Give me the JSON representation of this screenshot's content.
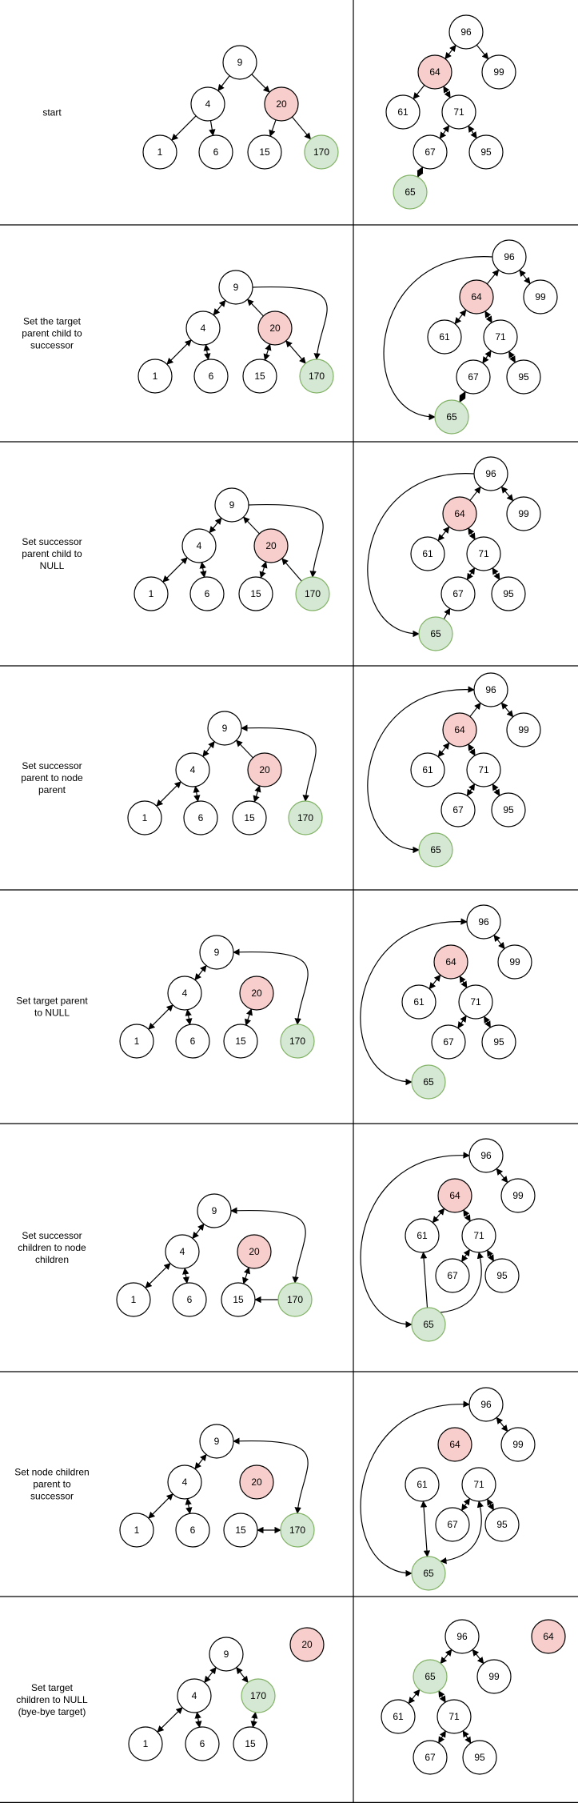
{
  "colors": {
    "target_fill": "#f8cecc",
    "successor_fill": "#d5e8d4",
    "successor_stroke": "#82b366",
    "normal_fill": "#ffffff"
  },
  "steps": [
    {
      "label": "start",
      "left_tree": {
        "nodes": [
          {
            "id": "9",
            "label": "9"
          },
          {
            "id": "4",
            "label": "4"
          },
          {
            "id": "20",
            "label": "20",
            "role": "target"
          },
          {
            "id": "1",
            "label": "1"
          },
          {
            "id": "6",
            "label": "6"
          },
          {
            "id": "15",
            "label": "15"
          },
          {
            "id": "170",
            "label": "170",
            "role": "successor"
          }
        ],
        "edges": [
          [
            "9",
            "4"
          ],
          [
            "9",
            "20"
          ],
          [
            "4",
            "1"
          ],
          [
            "4",
            "6"
          ],
          [
            "20",
            "15"
          ],
          [
            "20",
            "170"
          ]
        ]
      },
      "right_tree": {
        "nodes": [
          {
            "id": "96",
            "label": "96"
          },
          {
            "id": "64",
            "label": "64",
            "role": "target"
          },
          {
            "id": "99",
            "label": "99"
          },
          {
            "id": "61",
            "label": "61"
          },
          {
            "id": "71",
            "label": "71"
          },
          {
            "id": "67",
            "label": "67"
          },
          {
            "id": "95",
            "label": "95"
          },
          {
            "id": "65",
            "label": "65",
            "role": "successor"
          }
        ],
        "edges": [
          [
            "96",
            "64"
          ],
          [
            "96",
            "99"
          ],
          [
            "64",
            "61"
          ],
          [
            "64",
            "71"
          ],
          [
            "71",
            "67"
          ],
          [
            "71",
            "95"
          ],
          [
            "67",
            "65"
          ]
        ]
      }
    },
    {
      "label": "Set the target parent child to successor",
      "left_tree": {
        "nodes": [
          {
            "id": "9",
            "label": "9"
          },
          {
            "id": "4",
            "label": "4"
          },
          {
            "id": "20",
            "label": "20",
            "role": "target"
          },
          {
            "id": "1",
            "label": "1"
          },
          {
            "id": "6",
            "label": "6"
          },
          {
            "id": "15",
            "label": "15"
          },
          {
            "id": "170",
            "label": "170",
            "role": "successor"
          }
        ],
        "edges": [
          [
            "9",
            "4"
          ],
          [
            "20",
            "9"
          ],
          [
            "4",
            "1"
          ],
          [
            "4",
            "6"
          ],
          [
            "20",
            "15"
          ],
          [
            "20",
            "170"
          ],
          [
            "9",
            "170"
          ]
        ]
      },
      "right_tree": {
        "nodes": [
          {
            "id": "96",
            "label": "96"
          },
          {
            "id": "64",
            "label": "64",
            "role": "target"
          },
          {
            "id": "99",
            "label": "99"
          },
          {
            "id": "61",
            "label": "61"
          },
          {
            "id": "71",
            "label": "71"
          },
          {
            "id": "67",
            "label": "67"
          },
          {
            "id": "95",
            "label": "95"
          },
          {
            "id": "65",
            "label": "65",
            "role": "successor"
          }
        ],
        "edges": [
          [
            "64",
            "96"
          ],
          [
            "96",
            "99"
          ],
          [
            "64",
            "61"
          ],
          [
            "64",
            "71"
          ],
          [
            "71",
            "67"
          ],
          [
            "71",
            "95"
          ],
          [
            "67",
            "65"
          ],
          [
            "96",
            "65"
          ]
        ]
      }
    },
    {
      "label": "Set successor parent child to NULL",
      "left_tree": {
        "nodes": [
          {
            "id": "9",
            "label": "9"
          },
          {
            "id": "4",
            "label": "4"
          },
          {
            "id": "20",
            "label": "20",
            "role": "target"
          },
          {
            "id": "1",
            "label": "1"
          },
          {
            "id": "6",
            "label": "6"
          },
          {
            "id": "15",
            "label": "15"
          },
          {
            "id": "170",
            "label": "170",
            "role": "successor"
          }
        ],
        "edges": [
          [
            "9",
            "4"
          ],
          [
            "20",
            "9"
          ],
          [
            "4",
            "1"
          ],
          [
            "4",
            "6"
          ],
          [
            "20",
            "15"
          ],
          [
            "170",
            "20"
          ],
          [
            "9",
            "170"
          ]
        ]
      },
      "right_tree": {
        "nodes": [
          {
            "id": "96",
            "label": "96"
          },
          {
            "id": "64",
            "label": "64",
            "role": "target"
          },
          {
            "id": "99",
            "label": "99"
          },
          {
            "id": "61",
            "label": "61"
          },
          {
            "id": "71",
            "label": "71"
          },
          {
            "id": "67",
            "label": "67"
          },
          {
            "id": "95",
            "label": "95"
          },
          {
            "id": "65",
            "label": "65",
            "role": "successor"
          }
        ],
        "edges": [
          [
            "64",
            "96"
          ],
          [
            "96",
            "99"
          ],
          [
            "64",
            "61"
          ],
          [
            "64",
            "71"
          ],
          [
            "71",
            "67"
          ],
          [
            "71",
            "95"
          ],
          [
            "65",
            "67"
          ],
          [
            "96",
            "65"
          ]
        ]
      }
    },
    {
      "label": "Set successor parent to node parent",
      "left_tree": {
        "nodes": [
          {
            "id": "9",
            "label": "9"
          },
          {
            "id": "4",
            "label": "4"
          },
          {
            "id": "20",
            "label": "20",
            "role": "target"
          },
          {
            "id": "1",
            "label": "1"
          },
          {
            "id": "6",
            "label": "6"
          },
          {
            "id": "15",
            "label": "15"
          },
          {
            "id": "170",
            "label": "170",
            "role": "successor"
          }
        ],
        "edges": [
          [
            "9",
            "4"
          ],
          [
            "20",
            "9"
          ],
          [
            "4",
            "1"
          ],
          [
            "4",
            "6"
          ],
          [
            "20",
            "15"
          ],
          [
            "9",
            "170"
          ]
        ]
      },
      "right_tree": {
        "nodes": [
          {
            "id": "96",
            "label": "96"
          },
          {
            "id": "64",
            "label": "64",
            "role": "target"
          },
          {
            "id": "99",
            "label": "99"
          },
          {
            "id": "61",
            "label": "61"
          },
          {
            "id": "71",
            "label": "71"
          },
          {
            "id": "67",
            "label": "67"
          },
          {
            "id": "95",
            "label": "95"
          },
          {
            "id": "65",
            "label": "65",
            "role": "successor"
          }
        ],
        "edges": [
          [
            "64",
            "96"
          ],
          [
            "96",
            "99"
          ],
          [
            "64",
            "61"
          ],
          [
            "64",
            "71"
          ],
          [
            "71",
            "67"
          ],
          [
            "71",
            "95"
          ],
          [
            "96",
            "65"
          ]
        ]
      }
    },
    {
      "label": "Set target parent to NULL",
      "left_tree": {
        "nodes": [
          {
            "id": "9",
            "label": "9"
          },
          {
            "id": "4",
            "label": "4"
          },
          {
            "id": "20",
            "label": "20",
            "role": "target"
          },
          {
            "id": "1",
            "label": "1"
          },
          {
            "id": "6",
            "label": "6"
          },
          {
            "id": "15",
            "label": "15"
          },
          {
            "id": "170",
            "label": "170",
            "role": "successor"
          }
        ],
        "edges": [
          [
            "9",
            "4"
          ],
          [
            "4",
            "1"
          ],
          [
            "4",
            "6"
          ],
          [
            "20",
            "15"
          ],
          [
            "9",
            "170"
          ]
        ]
      },
      "right_tree": {
        "nodes": [
          {
            "id": "96",
            "label": "96"
          },
          {
            "id": "64",
            "label": "64",
            "role": "target"
          },
          {
            "id": "99",
            "label": "99"
          },
          {
            "id": "61",
            "label": "61"
          },
          {
            "id": "71",
            "label": "71"
          },
          {
            "id": "67",
            "label": "67"
          },
          {
            "id": "95",
            "label": "95"
          },
          {
            "id": "65",
            "label": "65",
            "role": "successor"
          }
        ],
        "edges": [
          [
            "96",
            "99"
          ],
          [
            "64",
            "61"
          ],
          [
            "64",
            "71"
          ],
          [
            "71",
            "67"
          ],
          [
            "71",
            "95"
          ],
          [
            "96",
            "65"
          ]
        ]
      }
    },
    {
      "label": "Set successor children to node children",
      "left_tree": {
        "nodes": [
          {
            "id": "9",
            "label": "9"
          },
          {
            "id": "4",
            "label": "4"
          },
          {
            "id": "20",
            "label": "20",
            "role": "target"
          },
          {
            "id": "1",
            "label": "1"
          },
          {
            "id": "6",
            "label": "6"
          },
          {
            "id": "15",
            "label": "15"
          },
          {
            "id": "170",
            "label": "170",
            "role": "successor"
          }
        ],
        "edges": [
          [
            "9",
            "4"
          ],
          [
            "4",
            "1"
          ],
          [
            "4",
            "6"
          ],
          [
            "20",
            "15"
          ],
          [
            "9",
            "170"
          ],
          [
            "170",
            "15"
          ]
        ]
      },
      "right_tree": {
        "nodes": [
          {
            "id": "96",
            "label": "96"
          },
          {
            "id": "64",
            "label": "64",
            "role": "target"
          },
          {
            "id": "99",
            "label": "99"
          },
          {
            "id": "61",
            "label": "61"
          },
          {
            "id": "71",
            "label": "71"
          },
          {
            "id": "67",
            "label": "67"
          },
          {
            "id": "95",
            "label": "95"
          },
          {
            "id": "65",
            "label": "65",
            "role": "successor"
          }
        ],
        "edges": [
          [
            "96",
            "99"
          ],
          [
            "64",
            "61"
          ],
          [
            "64",
            "71"
          ],
          [
            "71",
            "67"
          ],
          [
            "71",
            "95"
          ],
          [
            "96",
            "65"
          ],
          [
            "65",
            "61"
          ],
          [
            "65",
            "71"
          ]
        ]
      }
    },
    {
      "label": "Set node children parent to successor",
      "left_tree": {
        "nodes": [
          {
            "id": "9",
            "label": "9"
          },
          {
            "id": "4",
            "label": "4"
          },
          {
            "id": "20",
            "label": "20",
            "role": "target"
          },
          {
            "id": "1",
            "label": "1"
          },
          {
            "id": "6",
            "label": "6"
          },
          {
            "id": "15",
            "label": "15"
          },
          {
            "id": "170",
            "label": "170",
            "role": "successor"
          }
        ],
        "edges": [
          [
            "9",
            "4"
          ],
          [
            "4",
            "1"
          ],
          [
            "4",
            "6"
          ],
          [
            "9",
            "170"
          ],
          [
            "170",
            "15"
          ]
        ]
      },
      "right_tree": {
        "nodes": [
          {
            "id": "96",
            "label": "96"
          },
          {
            "id": "64",
            "label": "64",
            "role": "target"
          },
          {
            "id": "99",
            "label": "99"
          },
          {
            "id": "61",
            "label": "61"
          },
          {
            "id": "71",
            "label": "71"
          },
          {
            "id": "67",
            "label": "67"
          },
          {
            "id": "95",
            "label": "95"
          },
          {
            "id": "65",
            "label": "65",
            "role": "successor"
          }
        ],
        "edges": [
          [
            "96",
            "99"
          ],
          [
            "71",
            "67"
          ],
          [
            "71",
            "95"
          ],
          [
            "96",
            "65"
          ],
          [
            "65",
            "61"
          ],
          [
            "65",
            "71"
          ]
        ]
      }
    },
    {
      "label": "Set target children to NULL (bye-bye target)",
      "left_tree": {
        "nodes": [
          {
            "id": "9",
            "label": "9"
          },
          {
            "id": "4",
            "label": "4"
          },
          {
            "id": "170",
            "label": "170",
            "role": "successor"
          },
          {
            "id": "20",
            "label": "20",
            "role": "target"
          },
          {
            "id": "1",
            "label": "1"
          },
          {
            "id": "6",
            "label": "6"
          },
          {
            "id": "15",
            "label": "15"
          }
        ],
        "edges": [
          [
            "9",
            "4"
          ],
          [
            "9",
            "170"
          ],
          [
            "4",
            "1"
          ],
          [
            "4",
            "6"
          ],
          [
            "170",
            "15"
          ]
        ]
      },
      "right_tree": {
        "nodes": [
          {
            "id": "96",
            "label": "96"
          },
          {
            "id": "65",
            "label": "65",
            "role": "successor"
          },
          {
            "id": "99",
            "label": "99"
          },
          {
            "id": "64",
            "label": "64",
            "role": "target"
          },
          {
            "id": "61",
            "label": "61"
          },
          {
            "id": "71",
            "label": "71"
          },
          {
            "id": "67",
            "label": "67"
          },
          {
            "id": "95",
            "label": "95"
          }
        ],
        "edges": [
          [
            "96",
            "65"
          ],
          [
            "96",
            "99"
          ],
          [
            "65",
            "61"
          ],
          [
            "65",
            "71"
          ],
          [
            "71",
            "67"
          ],
          [
            "71",
            "95"
          ]
        ]
      }
    }
  ]
}
